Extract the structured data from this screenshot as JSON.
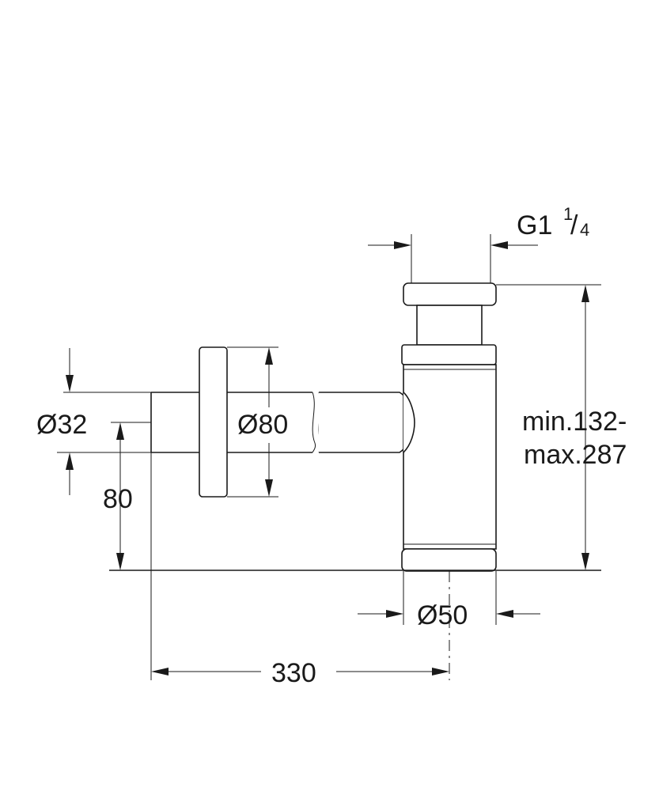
{
  "dimensions": {
    "thread": {
      "main": "G1",
      "sup": "1",
      "sub": "4"
    },
    "outlet_diameter": "Ø32",
    "rosette_diameter": "Ø80",
    "outlet_height": "80",
    "body_diameter": "Ø50",
    "projection": "330",
    "height_min": "min.132-",
    "height_max": "max.287"
  },
  "colors": {
    "line": "#1a1a1a",
    "background": "#ffffff"
  }
}
